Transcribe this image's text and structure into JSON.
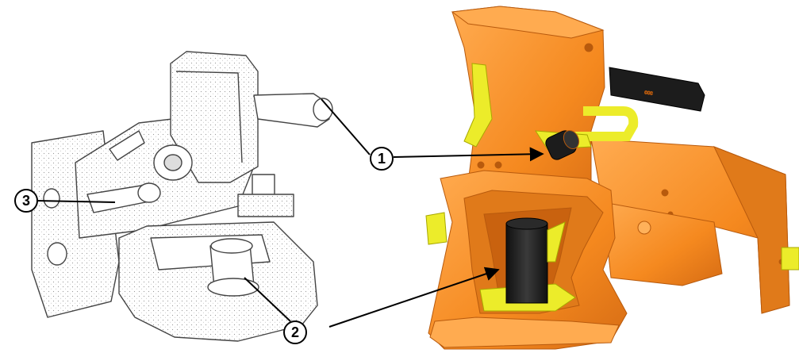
{
  "callouts": [
    {
      "label": "1"
    },
    {
      "label": "2"
    },
    {
      "label": "3"
    }
  ],
  "handle_marking": "ccc",
  "colors": {
    "body_orange": "#f5891f",
    "body_orange_dark": "#d9701a",
    "body_orange_light": "#ffb15a",
    "yellow": "#ecec2a",
    "handle_black": "#1c1c1c",
    "line_drawing": "#555555"
  }
}
